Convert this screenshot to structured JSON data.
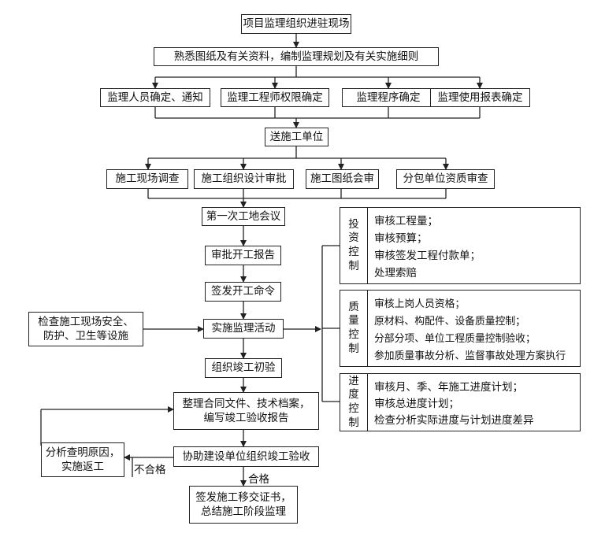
{
  "nodes": {
    "n1": "项目监理组织进驻现场",
    "n2": "熟悉图纸及有关资料，编制监理规划及有关实施细则",
    "r3": [
      "监理人员确定、通知",
      "监理工程师权限确定",
      "监理程序确定",
      "监理使用报表确定"
    ],
    "n4": "送施工单位",
    "r5": [
      "施工现场调查",
      "施工组织设计审批",
      "施工图纸会审",
      "分包单位资质审查"
    ],
    "n6": "第一次工地会议",
    "n7": "审批开工报告",
    "n8": "签发开工命令",
    "n9": "实施监理活动",
    "n10": "组织竣工初验",
    "n11": [
      "整理合同文件、技术档案，",
      "编写竣工验收报告"
    ],
    "n12": "协助建设单位组织竣工验收",
    "n13": [
      "签发施工移交证书，",
      "总结施工阶段监理"
    ],
    "left_check": [
      "检查施工现场安全、",
      "防护、卫生等设施"
    ],
    "fail_box": [
      "分析查明原因，",
      "实施返工"
    ]
  },
  "labels": {
    "fail": "不合格",
    "pass": "合格"
  },
  "panels": {
    "invest": {
      "tag": [
        "投",
        "资",
        "控",
        "制"
      ],
      "items": [
        "审核工程量；",
        "审核预算；",
        "审核签发工程付款单；",
        "处理索赔"
      ]
    },
    "quality": {
      "tag": [
        "质",
        "量",
        "控",
        "制"
      ],
      "items": [
        "审核上岗人员资格；",
        "原材料、构配件、设备质量控制；",
        "分部分项、单位工程质量控制验收；",
        "参加质量事故分析、监督事故处理方案执行"
      ]
    },
    "schedule": {
      "tag": [
        "进",
        "度",
        "控",
        "制"
      ],
      "items": [
        "审核月、季、年施工进度计划；",
        "审核总进度计划；",
        "检查分析实际进度与计划进度差异"
      ]
    }
  }
}
